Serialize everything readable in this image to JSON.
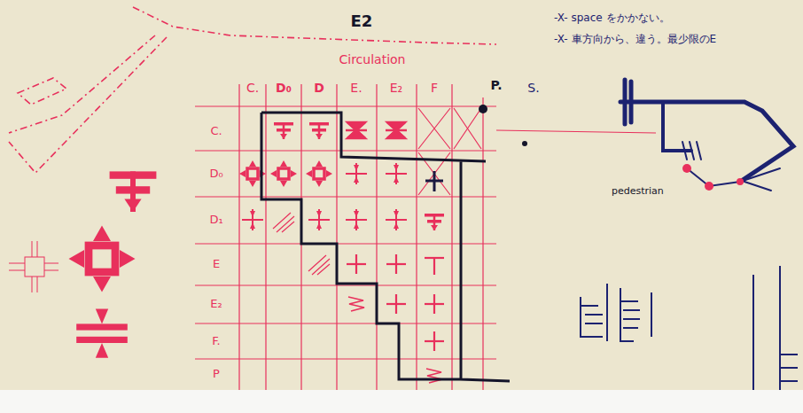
{
  "diagram": {
    "labels": [
      "E2",
      "Circulation",
      "C.",
      "D₀",
      "D",
      "E.",
      "E₂",
      "F",
      "P.",
      "S.",
      "C.",
      "D₀",
      "D₁",
      "E",
      "E₂",
      "F.",
      "P",
      "-X- space をかかない。",
      "-X- 車方向から、違う。最少限のE",
      "pedestrian"
    ]
  }
}
